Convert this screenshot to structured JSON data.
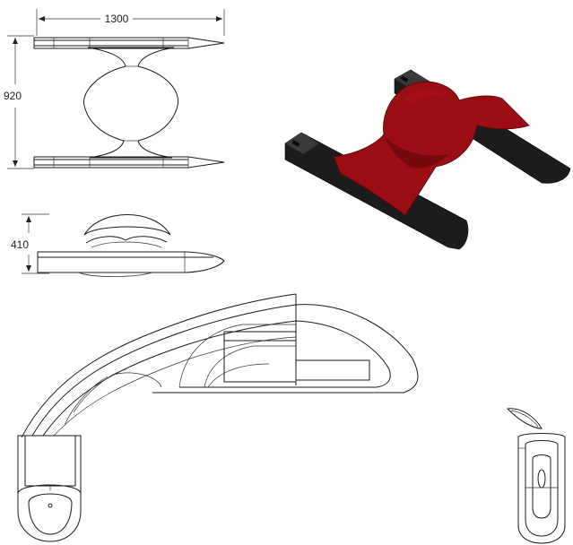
{
  "dimensions": {
    "width_label": "1300",
    "height_label": "920",
    "side_height_label": "410"
  },
  "colors": {
    "hull": "#1c1c1c",
    "body": "#9a0d12",
    "body_shade": "#6a070b",
    "line": "#1a1a1a"
  }
}
